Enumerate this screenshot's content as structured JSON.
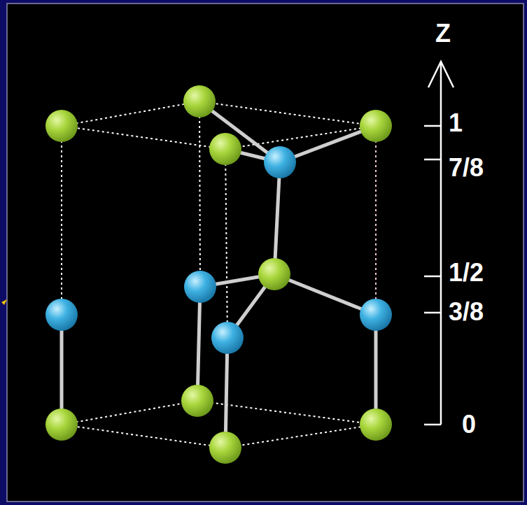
{
  "diagram": {
    "labels": [
      "Z",
      "1",
      "7/8",
      "1/2",
      "3/8",
      "0"
    ]
  }
}
